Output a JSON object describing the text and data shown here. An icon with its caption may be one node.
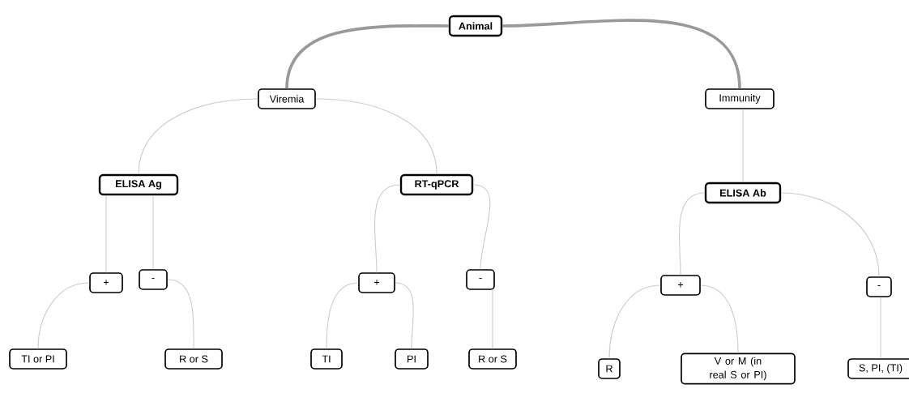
{
  "diagram": {
    "nodes": [
      {
        "text": [
          "Animal"
        ]
      },
      {
        "text": [
          "Viremia"
        ]
      },
      {
        "text": [
          "Immunity"
        ]
      },
      {
        "text": [
          "ELISA Ag"
        ]
      },
      {
        "text": [
          "RT-qPCR"
        ]
      },
      {
        "text": [
          "ELISA Ab"
        ]
      },
      {
        "text": [
          "+"
        ]
      },
      {
        "text": [
          "-"
        ]
      },
      {
        "text": [
          "+"
        ]
      },
      {
        "text": [
          "-"
        ]
      },
      {
        "text": [
          "+"
        ]
      },
      {
        "text": [
          "-"
        ]
      },
      {
        "text": [
          "TI or PI"
        ]
      },
      {
        "text": [
          "R or S"
        ]
      },
      {
        "text": [
          "TI"
        ]
      },
      {
        "text": [
          "PI"
        ]
      },
      {
        "text": [
          "R or S"
        ]
      },
      {
        "text": [
          "R"
        ]
      },
      {
        "text": [
          "V or M (in real S or PI)"
        ]
      },
      {
        "text": [
          "S, PI, (TI)"
        ]
      }
    ],
    "edges": [
      {
        "from": 0,
        "to": 1,
        "arrow": "none",
        "style": "thick"
      },
      {
        "from": 0,
        "to": 2,
        "arrow": "none",
        "style": "thick"
      },
      {
        "from": 1,
        "to": 3,
        "arrow": "none"
      },
      {
        "from": 1,
        "to": 4,
        "arrow": "none"
      },
      {
        "from": 2,
        "to": 5,
        "arrow": "none"
      },
      {
        "from": 3,
        "to": 6,
        "arrow": "none"
      },
      {
        "from": 3,
        "to": 7,
        "arrow": "none"
      },
      {
        "from": 4,
        "to": 8,
        "arrow": "none"
      },
      {
        "from": 4,
        "to": 9,
        "arrow": "none"
      },
      {
        "from": 5,
        "to": 10,
        "arrow": "none"
      },
      {
        "from": 5,
        "to": 11,
        "arrow": "none"
      },
      {
        "from": 6,
        "to": 12,
        "arrow": "none"
      },
      {
        "from": 7,
        "to": 13,
        "arrow": "none"
      },
      {
        "from": 8,
        "to": 14,
        "arrow": "none"
      },
      {
        "from": 8,
        "to": 15,
        "arrow": "none"
      },
      {
        "from": 9,
        "to": 16,
        "arrow": "none"
      },
      {
        "from": 10,
        "to": 17,
        "arrow": "none"
      },
      {
        "from": 10,
        "to": 18,
        "arrow": "none"
      },
      {
        "from": 11,
        "to": 19,
        "arrow": "none"
      }
    ]
  }
}
